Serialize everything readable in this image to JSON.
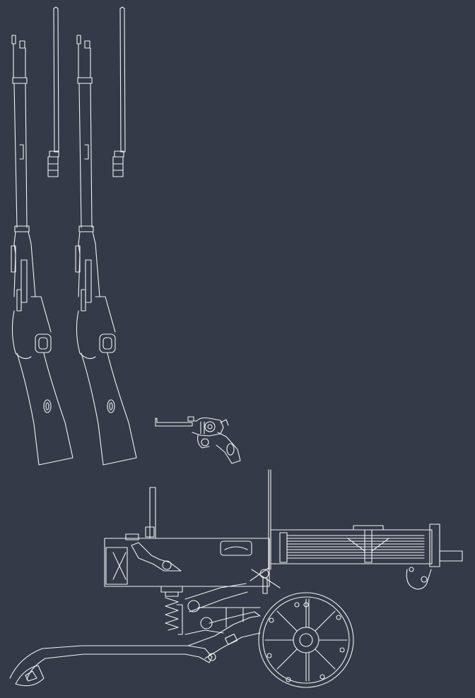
{
  "canvas": {
    "background": "#343a48",
    "line_color": "#f2f2f2"
  },
  "drawing": {
    "objects": [
      "rifle-with-bayonet-left",
      "rifle-with-bayonet-right",
      "revolver",
      "machine-gun-on-wheeled-carriage"
    ]
  }
}
